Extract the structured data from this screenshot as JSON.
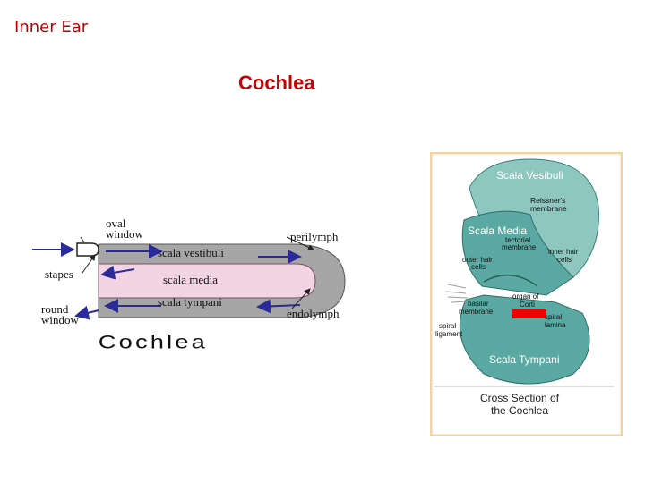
{
  "header": {
    "label": "Inner Ear"
  },
  "title": "Cochlea",
  "longitudinal": {
    "labels": {
      "oval_window": [
        "oval",
        "window"
      ],
      "stapes": "stapes",
      "round_window": [
        "round",
        "window"
      ],
      "scala_vestibuli": "scala vestibuli",
      "scala_media": "scala media",
      "scala_tympani": "scala tympani",
      "perilymph": "perilymph",
      "endolymph": "endolymph"
    },
    "caption": "Cochlea",
    "colors": {
      "outer": "#a6a6a6",
      "media": "#f3d4e3",
      "arrow": "#2a2a9a"
    }
  },
  "cross_section": {
    "labels": {
      "scala_vesibuli": "Scala Vesibuli",
      "reissners": [
        "Reissner's",
        "membrane"
      ],
      "scala_media": "Scala Media",
      "tectorial": [
        "tectorial",
        "membrane"
      ],
      "inner_hair": [
        "inner hair",
        "cells"
      ],
      "outer_hair": [
        "outer hair",
        "cells"
      ],
      "organ_corti": [
        "organ of",
        "Corti"
      ],
      "basilar": [
        "basilar",
        "membrane"
      ],
      "spiral_lamina": [
        "spiral",
        "lamina"
      ],
      "spiral_ligament": [
        "spiral",
        "ligament"
      ],
      "scala_tympani": "Scala Tympani"
    },
    "caption": [
      "Cross Section of",
      "the Cochlea"
    ],
    "colors": {
      "frame": "#f2d3a6",
      "tissue": "#5aa9a3",
      "tissue_light": "#8ec6c0",
      "highlight": "#ee0000"
    }
  }
}
